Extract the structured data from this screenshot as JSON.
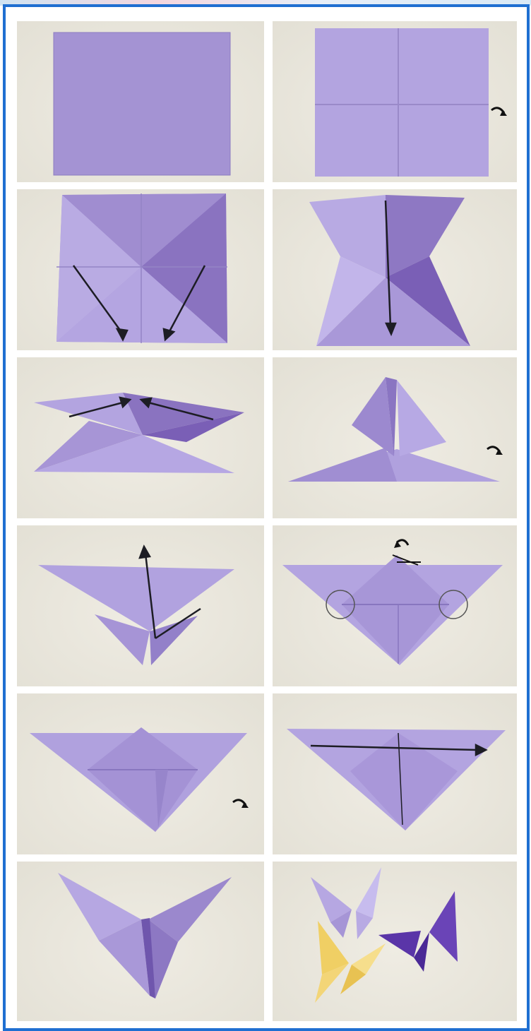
{
  "title": "",
  "colors": {
    "frame_border": "#1f6fd1",
    "paper_light": "#b7a8e0",
    "paper_mid": "#9f8ccf",
    "paper_dark": "#7d66b8",
    "paper_deep": "#5a35a8",
    "butterfly_yellow": "#f2d26b",
    "background": "#e9e6dc",
    "arrow": "#1d1d24"
  },
  "steps": [
    {
      "id": 1,
      "icon": "square-sheet"
    },
    {
      "id": 2,
      "icon": "creased-square",
      "annotation_icon": "flip-over-icon"
    },
    {
      "id": 3,
      "icon": "diagonal-folds",
      "annotation_icon": "fold-arrows"
    },
    {
      "id": 4,
      "icon": "collapse-fold",
      "annotation_icon": "fold-down-arrow"
    },
    {
      "id": 5,
      "icon": "flattened-base",
      "annotation_icon": "fold-arrows"
    },
    {
      "id": 6,
      "icon": "water-bomb-base",
      "annotation_icon": "flip-over-icon"
    },
    {
      "id": 7,
      "icon": "flipped-triangle",
      "annotation_icon": "fold-up-arrow"
    },
    {
      "id": 8,
      "icon": "folded-top",
      "annotation_icon": "circle-markers"
    },
    {
      "id": 9,
      "icon": "shaped-body",
      "annotation_icon": "flip-over-icon"
    },
    {
      "id": 10,
      "icon": "valley-fold-center",
      "annotation_icon": "fold-right-arrow"
    },
    {
      "id": 11,
      "icon": "finished-butterfly"
    },
    {
      "id": 12,
      "icon": "three-butterflies"
    }
  ]
}
